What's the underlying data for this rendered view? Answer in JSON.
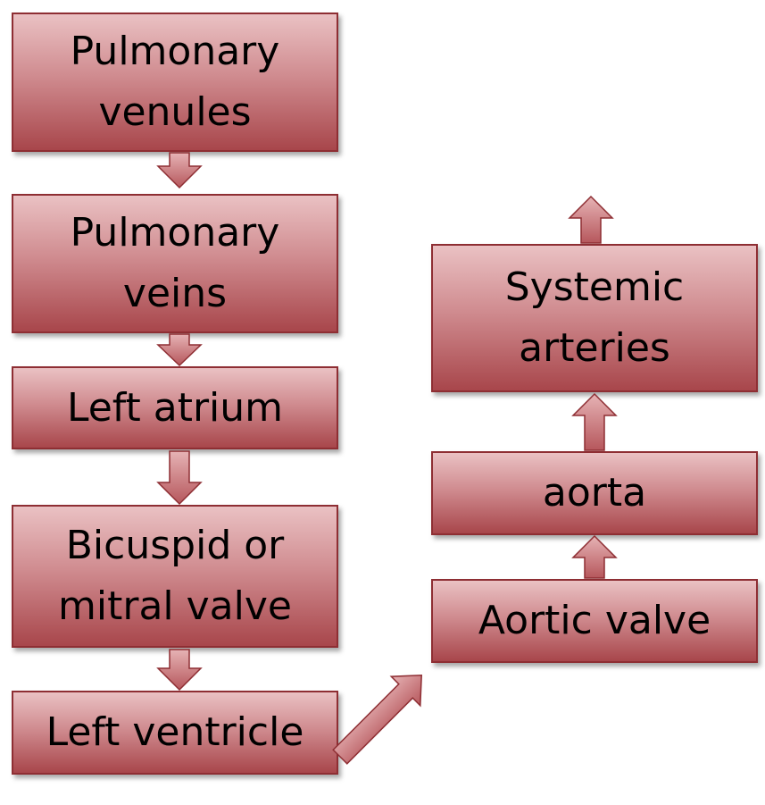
{
  "colors": {
    "box_top": "#eac1c3",
    "box_bottom": "#a8464b",
    "border": "#8e2e33"
  },
  "nodes": {
    "pulmonary_venules": {
      "line1": "Pulmonary",
      "line2": "venules"
    },
    "pulmonary_veins": {
      "line1": "Pulmonary",
      "line2": "veins"
    },
    "left_atrium": {
      "label": "Left atrium"
    },
    "bicuspid_mitral_valve": {
      "line1": "Bicuspid or",
      "line2": "mitral valve"
    },
    "left_ventricle": {
      "label": "Left ventricle"
    },
    "aortic_valve": {
      "label": "Aortic valve"
    },
    "aorta": {
      "label": "aorta"
    },
    "systemic_arteries": {
      "line1": "Systemic",
      "line2": "arteries"
    }
  }
}
